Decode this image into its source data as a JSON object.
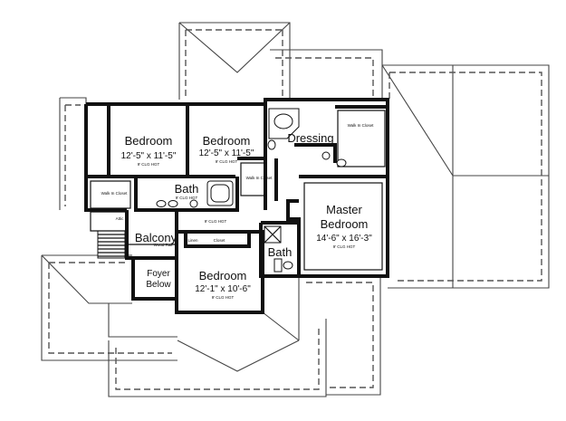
{
  "rooms": {
    "bedroom_1": {
      "name": "Bedroom",
      "size": "12'-5\" x 11'-5\"",
      "note": "9' CLG HGT"
    },
    "bedroom_2": {
      "name": "Bedroom",
      "size": "12'-5\" x 11'-5\"",
      "note": "9' CLG HGT"
    },
    "bath_1": {
      "name": "Bath",
      "note": "9' CLG HGT"
    },
    "dressing": {
      "name": "Dressing"
    },
    "master": {
      "name_line1": "Master",
      "name_line2": "Bedroom",
      "size": "14'-6\" x 16'-3\"",
      "note": "9' CLG HGT"
    },
    "bath_2": {
      "name": "Bath"
    },
    "balcony": {
      "name": "Balcony"
    },
    "foyer": {
      "name_line1": "Foyer",
      "name_line2": "Below"
    },
    "bedroom_3": {
      "name": "Bedroom",
      "size": "12'-1\" x 10'-6\"",
      "note": "9' CLG HGT"
    }
  },
  "small_labels": {
    "walk_in_closet_1": "Walk In Closet",
    "walk_in_closet_2": "Walk In Closet",
    "walk_in_closet_3": "Walk In Closet",
    "hall_ceiling": "9' CLG HGT",
    "wood_rail": "Wood Rail",
    "linen": "Linen",
    "closet": "Closet",
    "attic": "Attic"
  }
}
